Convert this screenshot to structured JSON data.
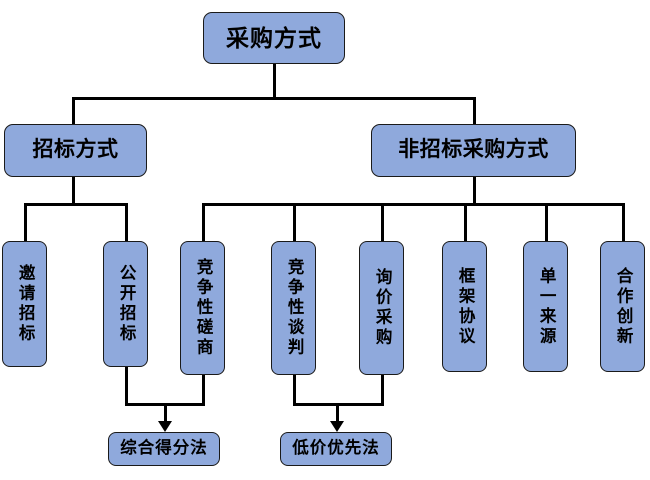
{
  "diagram": {
    "title": "采购方式",
    "type": "hierarchy-tree",
    "colors": {
      "node_fill": "#8fa9dc",
      "node_border": "#1a1a1a",
      "connector": "#000000",
      "background": "#ffffff",
      "text": "#000000"
    },
    "root": {
      "label": "采购方式"
    },
    "level2": [
      {
        "label": "招标方式"
      },
      {
        "label": "非招标采购方式"
      }
    ],
    "leaves": [
      {
        "label": "邀请招标",
        "parent": "招标方式"
      },
      {
        "label": "公开招标",
        "parent": "招标方式"
      },
      {
        "label": "竞争性磋商",
        "parent": "非招标采购方式"
      },
      {
        "label": "竞争性谈判",
        "parent": "非招标采购方式"
      },
      {
        "label": "询价采购",
        "parent": "非招标采购方式"
      },
      {
        "label": "框架协议",
        "parent": "非招标采购方式"
      },
      {
        "label": "单一来源",
        "parent": "非招标采购方式"
      },
      {
        "label": "合作创新",
        "parent": "非招标采购方式"
      }
    ],
    "results": [
      {
        "label": "综合得分法",
        "sources": [
          "公开招标",
          "竞争性磋商"
        ]
      },
      {
        "label": "低价优先法",
        "sources": [
          "竞争性谈判",
          "询价采购"
        ]
      }
    ]
  }
}
